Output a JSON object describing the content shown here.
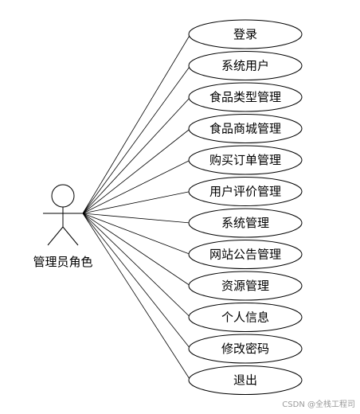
{
  "actor": {
    "label": "管理员角色"
  },
  "use_cases": [
    {
      "label": "登录"
    },
    {
      "label": "系统用户"
    },
    {
      "label": "食品类型管理"
    },
    {
      "label": "食品商城管理"
    },
    {
      "label": "购买订单管理"
    },
    {
      "label": "用户评价管理"
    },
    {
      "label": "系统管理"
    },
    {
      "label": "网站公告管理"
    },
    {
      "label": "资源管理"
    },
    {
      "label": "个人信息"
    },
    {
      "label": "修改密码"
    },
    {
      "label": "退出"
    }
  ],
  "watermark": "CSDN @全栈工程司",
  "colors": {
    "ellipse_fill": "#ffffff",
    "line": "#000000",
    "text": "#000000"
  }
}
